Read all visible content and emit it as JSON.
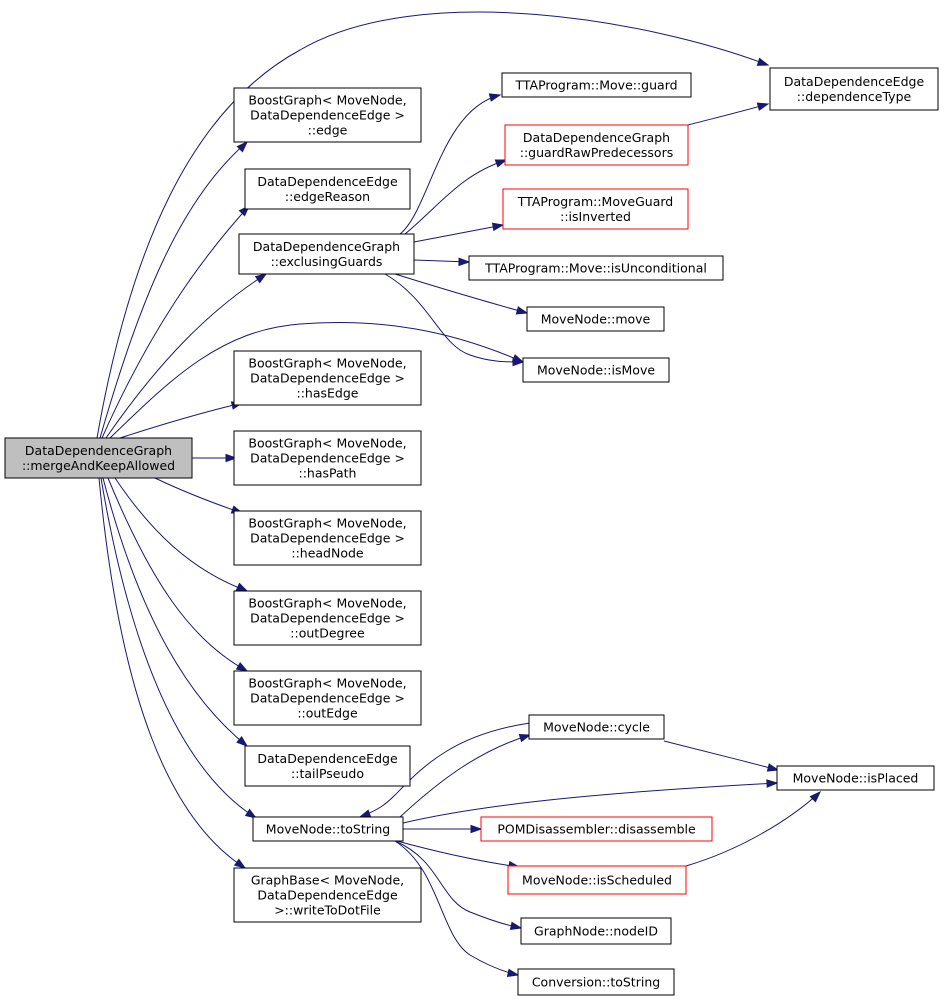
{
  "colors": {
    "edge": "#191970",
    "normal_border": "#000000",
    "red_border": "#ff0000",
    "root_fill": "#bfbfbf"
  },
  "nodes": {
    "root": {
      "lines": [
        "DataDependenceGraph",
        "::mergeAndKeepAllowed"
      ],
      "style": "root"
    },
    "bg_edge": {
      "lines": [
        "BoostGraph< MoveNode,",
        "DataDependenceEdge >",
        "::edge"
      ],
      "style": "normal"
    },
    "dde_edgeReason": {
      "lines": [
        "DataDependenceEdge",
        "::edgeReason"
      ],
      "style": "normal"
    },
    "ddg_exclusingGuards": {
      "lines": [
        "DataDependenceGraph",
        "::exclusingGuards"
      ],
      "style": "normal"
    },
    "bg_hasEdge": {
      "lines": [
        "BoostGraph< MoveNode,",
        "DataDependenceEdge >",
        "::hasEdge"
      ],
      "style": "normal"
    },
    "bg_hasPath": {
      "lines": [
        "BoostGraph< MoveNode,",
        "DataDependenceEdge >",
        "::hasPath"
      ],
      "style": "normal"
    },
    "bg_headNode": {
      "lines": [
        "BoostGraph< MoveNode,",
        "DataDependenceEdge >",
        "::headNode"
      ],
      "style": "normal"
    },
    "bg_outDegree": {
      "lines": [
        "BoostGraph< MoveNode,",
        "DataDependenceEdge >",
        "::outDegree"
      ],
      "style": "normal"
    },
    "bg_outEdge": {
      "lines": [
        "BoostGraph< MoveNode,",
        "DataDependenceEdge >",
        "::outEdge"
      ],
      "style": "normal"
    },
    "dde_tailPseudo": {
      "lines": [
        "DataDependenceEdge",
        "::tailPseudo"
      ],
      "style": "normal"
    },
    "mn_toString": {
      "lines": [
        "MoveNode::toString"
      ],
      "style": "normal"
    },
    "gb_writeToDotFile": {
      "lines": [
        "GraphBase< MoveNode,",
        "DataDependenceEdge",
        ">::writeToDotFile"
      ],
      "style": "normal"
    },
    "tta_move_guard": {
      "lines": [
        "TTAProgram::Move::guard"
      ],
      "style": "normal"
    },
    "ddg_guardRawPredecessors": {
      "lines": [
        "DataDependenceGraph",
        "::guardRawPredecessors"
      ],
      "style": "red"
    },
    "tta_moveguard_isInverted": {
      "lines": [
        "TTAProgram::MoveGuard",
        "::isInverted"
      ],
      "style": "red"
    },
    "tta_move_isUnconditional": {
      "lines": [
        "TTAProgram::Move::isUnconditional"
      ],
      "style": "normal"
    },
    "mn_move": {
      "lines": [
        "MoveNode::move"
      ],
      "style": "normal"
    },
    "mn_isMove": {
      "lines": [
        "MoveNode::isMove"
      ],
      "style": "normal"
    },
    "dde_dependenceType": {
      "lines": [
        "DataDependenceEdge",
        "::dependenceType"
      ],
      "style": "normal"
    },
    "mn_cycle": {
      "lines": [
        "MoveNode::cycle"
      ],
      "style": "normal"
    },
    "mn_isPlaced": {
      "lines": [
        "MoveNode::isPlaced"
      ],
      "style": "normal"
    },
    "pom_disassemble": {
      "lines": [
        "POMDisassembler::disassemble"
      ],
      "style": "red"
    },
    "mn_isScheduled": {
      "lines": [
        "MoveNode::isScheduled"
      ],
      "style": "red"
    },
    "gn_nodeID": {
      "lines": [
        "GraphNode::nodeID"
      ],
      "style": "normal"
    },
    "conv_toString": {
      "lines": [
        "Conversion::toString"
      ],
      "style": "normal"
    }
  },
  "edges": [
    {
      "from": "root",
      "to": "dde_dependenceType"
    },
    {
      "from": "root",
      "to": "bg_edge"
    },
    {
      "from": "root",
      "to": "dde_edgeReason"
    },
    {
      "from": "root",
      "to": "ddg_exclusingGuards"
    },
    {
      "from": "root",
      "to": "mn_isMove"
    },
    {
      "from": "root",
      "to": "bg_hasEdge"
    },
    {
      "from": "root",
      "to": "bg_hasPath"
    },
    {
      "from": "root",
      "to": "bg_headNode"
    },
    {
      "from": "root",
      "to": "bg_outDegree"
    },
    {
      "from": "root",
      "to": "bg_outEdge"
    },
    {
      "from": "root",
      "to": "dde_tailPseudo"
    },
    {
      "from": "root",
      "to": "mn_toString"
    },
    {
      "from": "root",
      "to": "gb_writeToDotFile"
    },
    {
      "from": "ddg_exclusingGuards",
      "to": "tta_move_guard"
    },
    {
      "from": "ddg_exclusingGuards",
      "to": "ddg_guardRawPredecessors"
    },
    {
      "from": "ddg_exclusingGuards",
      "to": "tta_moveguard_isInverted"
    },
    {
      "from": "ddg_exclusingGuards",
      "to": "tta_move_isUnconditional"
    },
    {
      "from": "ddg_exclusingGuards",
      "to": "mn_move"
    },
    {
      "from": "ddg_exclusingGuards",
      "to": "mn_isMove"
    },
    {
      "from": "ddg_guardRawPredecessors",
      "to": "dde_dependenceType"
    },
    {
      "from": "mn_toString",
      "to": "mn_cycle"
    },
    {
      "from": "mn_cycle",
      "to": "mn_toString"
    },
    {
      "from": "mn_cycle",
      "to": "mn_isPlaced"
    },
    {
      "from": "mn_toString",
      "to": "mn_isPlaced"
    },
    {
      "from": "mn_toString",
      "to": "pom_disassemble"
    },
    {
      "from": "mn_toString",
      "to": "mn_isScheduled"
    },
    {
      "from": "mn_toString",
      "to": "gn_nodeID"
    },
    {
      "from": "mn_toString",
      "to": "conv_toString"
    },
    {
      "from": "mn_isScheduled",
      "to": "mn_isPlaced"
    }
  ]
}
